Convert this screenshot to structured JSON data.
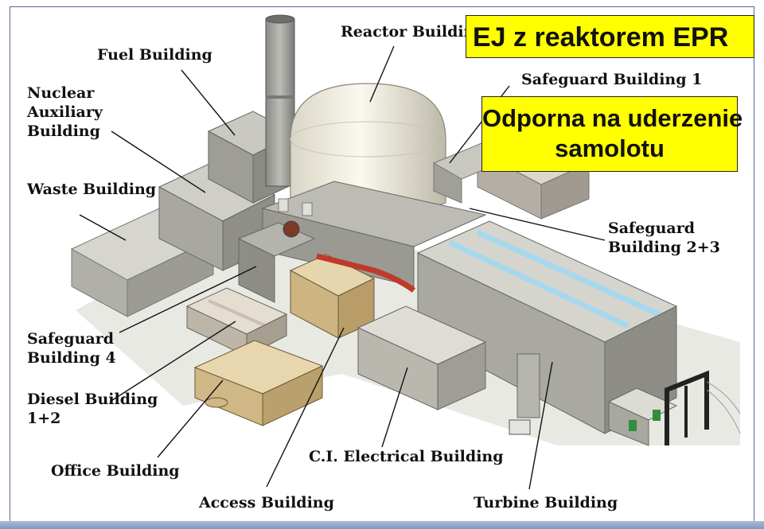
{
  "title": "EJ z reaktorem EPR",
  "note": "Odporna na uderzenie\nsamolotu",
  "labels": {
    "reactor_building": "Reactor Building",
    "fuel_building": "Fuel Building",
    "nuclear_auxiliary_building": "Nuclear\nAuxiliary\nBuilding",
    "waste_building": "Waste Building",
    "safeguard_building_1": "Safeguard Building 1",
    "safeguard_building_2_3": "Safeguard\nBuilding 2+3",
    "safeguard_building_4": "Safeguard\nBuilding 4",
    "diesel_building": "Diesel Building\n1+2",
    "office_building": "Office Building",
    "access_building": "Access Building",
    "ci_electrical_building": "C.I. Electrical Building",
    "turbine_building": "Turbine Building"
  },
  "colors": {
    "callout_background": "#ffff00",
    "building_grey": "#b8b8b0",
    "building_tan": "#d8c49a",
    "dome": "#f2efe0",
    "cooling_line": "#c0392b"
  }
}
